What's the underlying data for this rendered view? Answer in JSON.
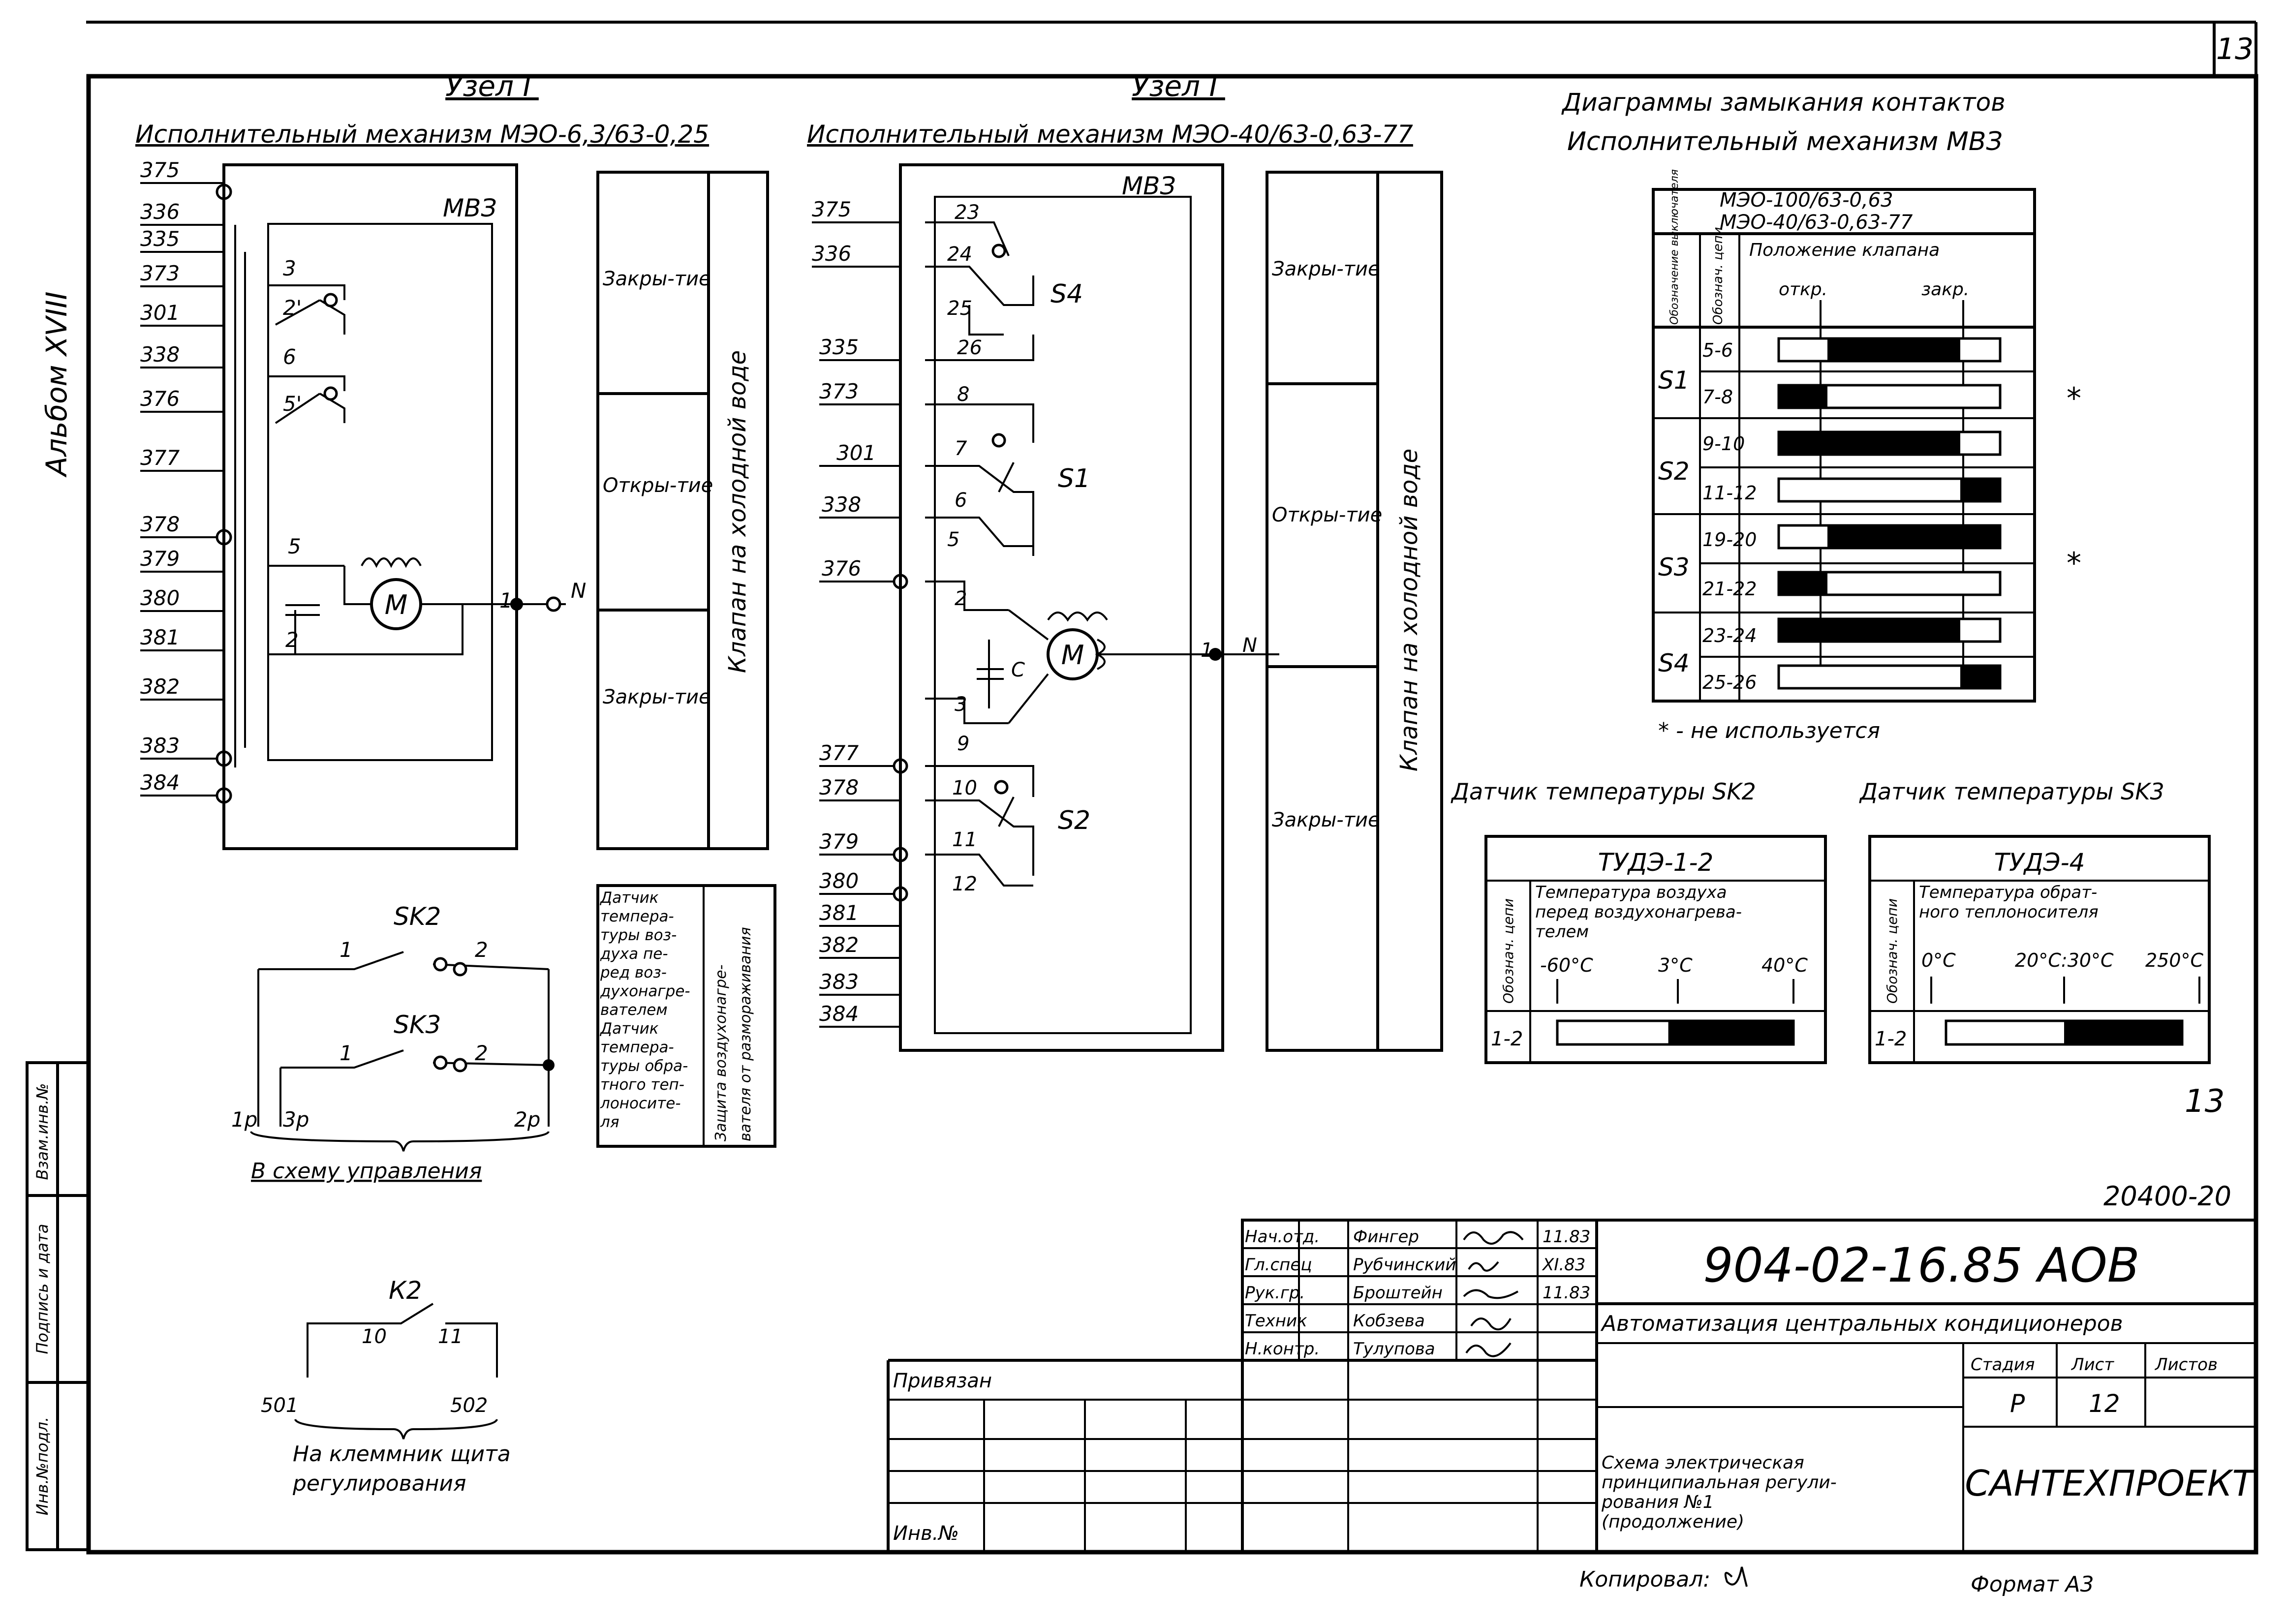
{
  "sheet": {
    "sheet_number": "13",
    "album": "Альбом XVIII",
    "page_mark": "13",
    "doc_id": "20400-20"
  },
  "left_diagram": {
    "node": "Узел Г",
    "mechanism": "Исполнительный механизм МЭО-6,3/63-0,25",
    "switch_block": "МВЗ",
    "terminals": [
      "375",
      "336",
      "335",
      "373",
      "301",
      "338",
      "376",
      "377",
      "378",
      "379",
      "380",
      "381",
      "382",
      "383",
      "384"
    ],
    "contacts": [
      "3",
      "2'",
      "6",
      "5'",
      "5",
      "2",
      "1",
      "N"
    ],
    "motor": "M",
    "side_labels": [
      "Закры-тие",
      "Откры-тие",
      "Закры-тие"
    ],
    "valve_label": "Клапан на холодной воде"
  },
  "right_diagram": {
    "node": "Узел Г",
    "mechanism": "Исполнительный механизм МЭО-40/63-0,63-77",
    "switch_block": "МВЗ",
    "terminals": [
      "375",
      "336",
      "335",
      "373",
      "301",
      "338",
      "376",
      "377",
      "378",
      "379",
      "380",
      "381",
      "382",
      "383",
      "384"
    ],
    "contacts": [
      "23",
      "24",
      "25",
      "26",
      "8",
      "7",
      "6",
      "5",
      "2",
      "3",
      "9",
      "10",
      "11",
      "12",
      "1",
      "N",
      "C"
    ],
    "switches": [
      "S4",
      "S1",
      "S2"
    ],
    "motor": "M",
    "side_labels": [
      "Закры-тие",
      "Откры-тие",
      "Закры-тие"
    ],
    "valve_label": "Клапан на холодной воде"
  },
  "sensors_schematic": {
    "sk2": "SK2",
    "sk3": "SK3",
    "pins": [
      "1",
      "2",
      "1",
      "2"
    ],
    "ends": [
      "1р",
      "3р",
      "2р"
    ],
    "caption": "В схему управления",
    "legend": {
      "left": [
        "Датчик",
        "темпера-",
        "туры воз-",
        "духа пе-",
        "ред воз-",
        "духонагре-",
        "вателем",
        "Датчик",
        "темпера-",
        "туры обра-",
        "тного теп-",
        "лоносите-",
        "ля"
      ],
      "right": [
        "Защита воздухонагре-",
        "вателя от размораживания"
      ]
    }
  },
  "relay": {
    "label": "К2",
    "pins": [
      "10",
      "11"
    ],
    "wires": [
      "501",
      "502"
    ],
    "caption": [
      "На клеммник щита",
      "регулирования"
    ]
  },
  "contact_diagram": {
    "title": "Диаграммы замыкания контактов",
    "subtitle": "Исполнительный механизм МВЗ",
    "models": [
      "МЭО-100/63-0,63",
      "МЭО-40/63-0,63-77"
    ],
    "col_switch": "Обозначение выключателя",
    "col_circuit": "Обознач. цепи",
    "position_header": "Положение клапана",
    "open": "откр.",
    "closed": "закр.",
    "rows": [
      {
        "sw": "S1",
        "circuit": "5-6",
        "from": 0.22,
        "to": 0.82,
        "star": ""
      },
      {
        "sw": "",
        "circuit": "7-8",
        "from": 0.0,
        "to": 0.22,
        "star": "*"
      },
      {
        "sw": "S2",
        "circuit": "9-10",
        "from": 0.0,
        "to": 0.82,
        "star": ""
      },
      {
        "sw": "",
        "circuit": "11-12",
        "from": 0.82,
        "to": 1.0,
        "star": ""
      },
      {
        "sw": "S3",
        "circuit": "19-20",
        "from": 0.22,
        "to": 1.0,
        "star": "*"
      },
      {
        "sw": "",
        "circuit": "21-22",
        "from": 0.0,
        "to": 0.22,
        "star": ""
      },
      {
        "sw": "S4",
        "circuit": "23-24",
        "from": 0.0,
        "to": 0.82,
        "star": ""
      },
      {
        "sw": "",
        "circuit": "25-26",
        "from": 0.82,
        "to": 1.0,
        "star": ""
      }
    ],
    "note": "* - не используется"
  },
  "sensor_sk2": {
    "title": "Датчик температуры SK2",
    "device": "ТУДЭ-1-2",
    "col": "Обознач. цепи",
    "desc": [
      "Температура воздуха",
      "перед воздухонагрева-",
      "телем"
    ],
    "ticks": [
      "-60°С",
      "3°С",
      "40°С"
    ],
    "circuit": "1-2",
    "fill_from": 0.47,
    "fill_to": 1.0
  },
  "sensor_sk3": {
    "title": "Датчик температуры SK3",
    "device": "ТУДЭ-4",
    "col": "Обознач. цепи",
    "desc": [
      "Температура обрат-",
      "ного теплоносителя"
    ],
    "ticks": [
      "0°С",
      "20°С:30°С",
      "250°С"
    ],
    "circuit": "1-2",
    "fill_from": 0.5,
    "fill_to": 1.0
  },
  "title_block": {
    "staff": [
      {
        "role": "Нач.отд.",
        "name": "Фингер",
        "date": "11.83"
      },
      {
        "role": "Гл.спец",
        "name": "Рубчинский",
        "date": "XI.83"
      },
      {
        "role": "Рук.гр.",
        "name": "Броштейн",
        "date": "11.83"
      },
      {
        "role": "Техник",
        "name": "Кобзева",
        "date": ""
      },
      {
        "role": "Н.контр.",
        "name": "Тулупова",
        "date": ""
      }
    ],
    "privyazan": "Привязан",
    "inv": "Инв.№",
    "code": "904-02-16.85 АОВ",
    "project": "Автоматизация центральных кондиционеров",
    "description": [
      "Схема электрическая",
      "принципиальная регули-",
      "рования №1",
      "(продолжение)"
    ],
    "stage_h": "Стадия",
    "sheet_h": "Лист",
    "sheets_h": "Листов",
    "stage": "Р",
    "sheet": "12",
    "org": "САНТЕХПРОЕКТ"
  },
  "side_stamp": [
    "Инв.№подл.",
    "Подпись и дата",
    "Взам.инв.№"
  ],
  "footer": {
    "copied": "Копировал:",
    "format": "Формат А3"
  }
}
